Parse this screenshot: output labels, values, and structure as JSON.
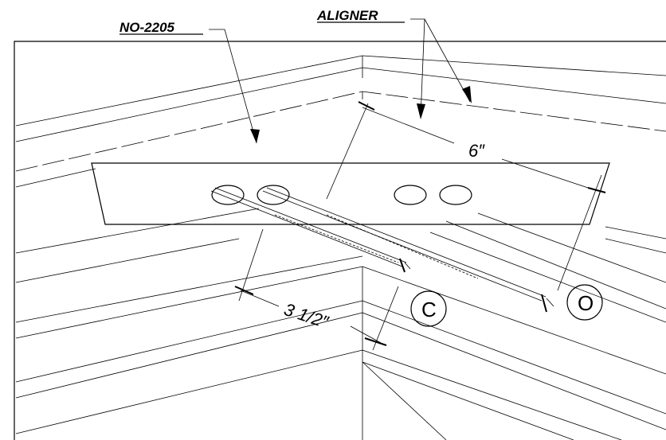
{
  "labels": {
    "part_number": "NO-2205",
    "aligner": "ALIGNER"
  },
  "dimensions": {
    "length": "6″",
    "depth": "3 1/2″"
  },
  "callouts": {
    "closed": "C",
    "open": "O"
  }
}
